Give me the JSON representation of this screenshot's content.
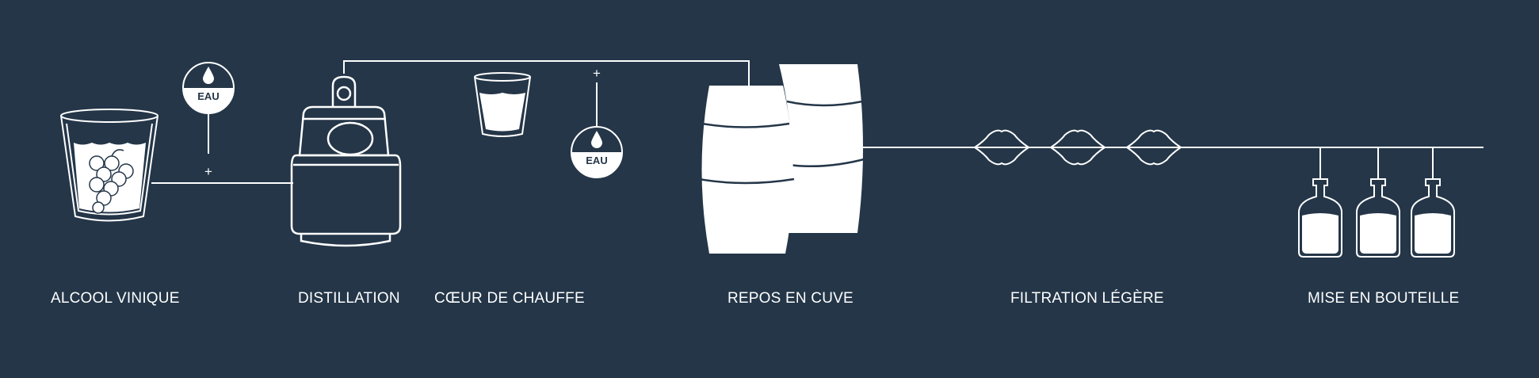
{
  "colors": {
    "background": "#243648",
    "line": "#ffffff"
  },
  "steps": [
    {
      "label": "ALCOOL VINIQUE",
      "icon": "wine-glass-with-grapes-icon"
    },
    {
      "label": "DISTILLATION",
      "icon": "still-icon"
    },
    {
      "label": "CŒUR DE CHAUFFE",
      "icon": "small-glass-icon"
    },
    {
      "label": "REPOS EN CUVE",
      "icon": "barrels-icon"
    },
    {
      "label": "FILTRATION LÉGÈRE",
      "icon": "filters-icon"
    },
    {
      "label": "MISE EN BOUTEILLE",
      "icon": "bottles-icon"
    }
  ],
  "water_badges": [
    {
      "text": "EAU",
      "icon": "water-drop-icon"
    },
    {
      "text": "EAU",
      "icon": "water-drop-icon"
    }
  ],
  "plus_signs": [
    "+",
    "+"
  ]
}
